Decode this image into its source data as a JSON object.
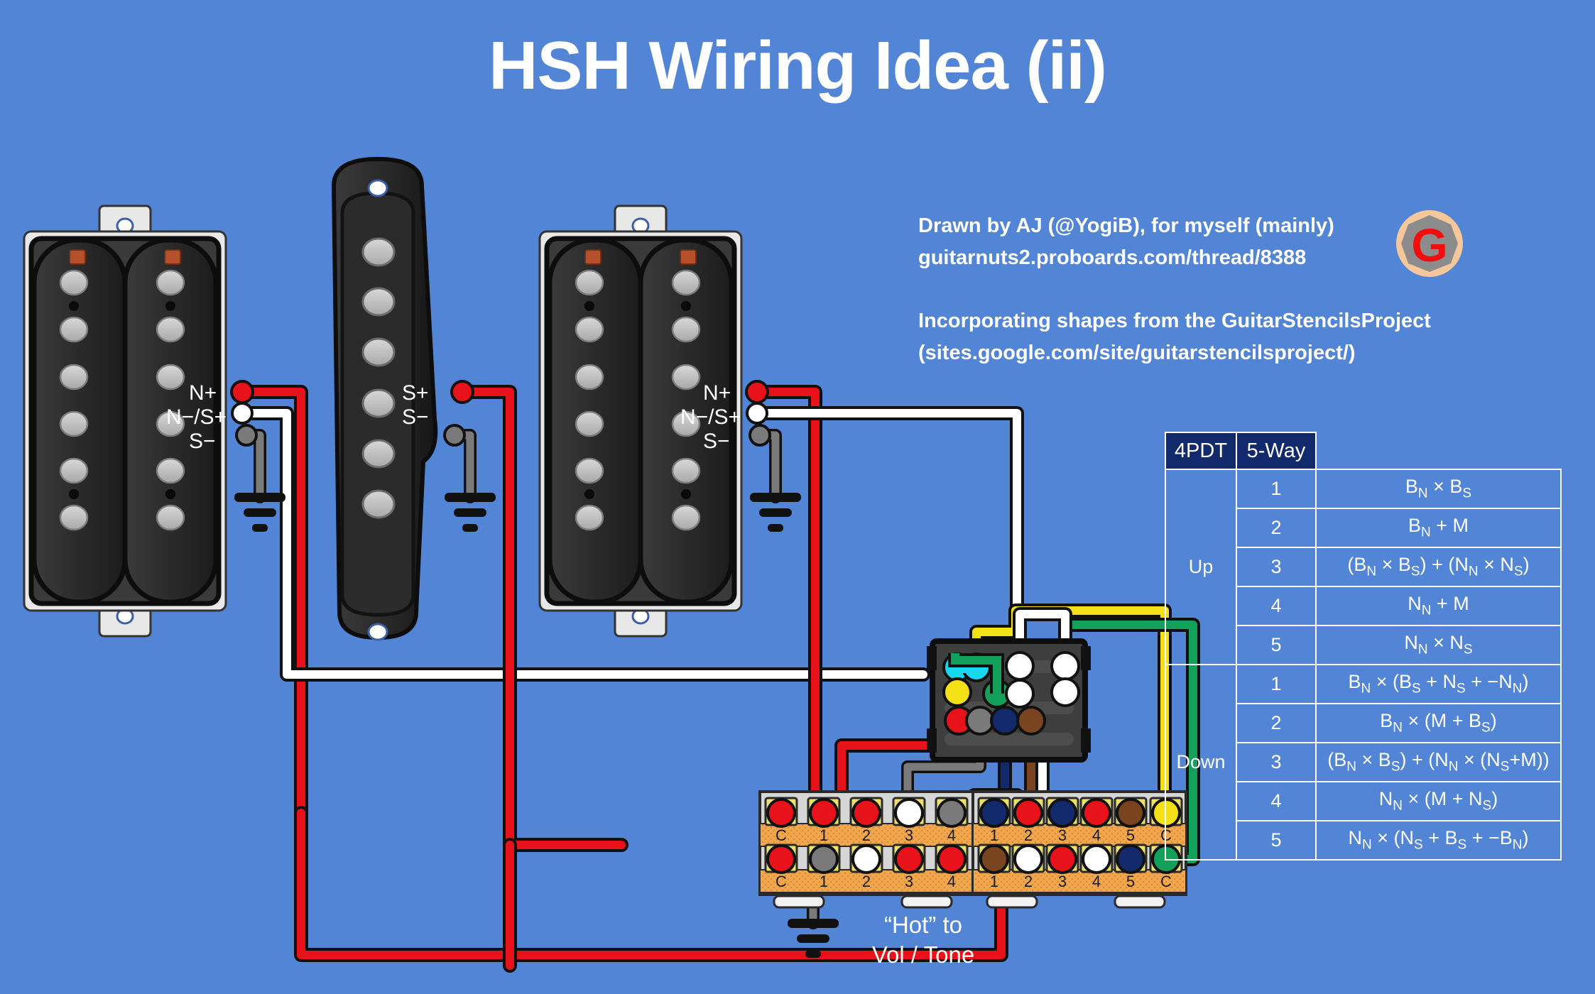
{
  "page": {
    "title": "HSH Wiring Idea (ii)",
    "background_color": "#5285d6",
    "accent_color": "#12296b"
  },
  "credits": {
    "line1": "Drawn by AJ (@YogiB), for myself (mainly)",
    "line2": "guitarnuts2.proboards.com/thread/8388",
    "line3": "Incorporating shapes from the GuitarStencilsProject",
    "line4": "(sites.google.com/site/guitarstencilsproject/)",
    "logo_letter": "G"
  },
  "pickups": [
    {
      "name": "neck-humbucker",
      "type": "humbucker",
      "labels": [
        "N+",
        "N−/S+",
        "S−"
      ],
      "wire_colors": [
        "#e8131a",
        "#ffffff",
        "#7a7a7a"
      ]
    },
    {
      "name": "middle-single-coil",
      "type": "single-coil",
      "labels": [
        "S+",
        "S−"
      ],
      "wire_colors": [
        "#e8131a",
        "#7a7a7a"
      ]
    },
    {
      "name": "bridge-humbucker",
      "type": "humbucker",
      "labels": [
        "N+",
        "N−/S+",
        "S−"
      ],
      "wire_colors": [
        "#e8131a",
        "#ffffff",
        "#7a7a7a"
      ]
    }
  ],
  "switches": {
    "toggle_4pdt": {
      "label": "4PDT",
      "terminal_colors": [
        "#19d6ef",
        "#ffffff",
        "#ffffff",
        "#f4e017",
        "#13a05a",
        "#ffffff",
        "#ffffff",
        "#e8131a",
        "#7a7a7a",
        "#12296b",
        "#7a4420"
      ]
    },
    "lever_left": {
      "name": "4pdt-lug-bank",
      "row_top": [
        "C",
        "1",
        "2",
        "3",
        "4"
      ],
      "row_bottom": [
        "C",
        "1",
        "2",
        "3",
        "4"
      ]
    },
    "lever_right": {
      "name": "5-way-lug-bank",
      "row_top": [
        "1",
        "2",
        "3",
        "4",
        "5",
        "C"
      ],
      "row_bottom": [
        "1",
        "2",
        "3",
        "4",
        "5",
        "C"
      ]
    }
  },
  "annotations": {
    "hot_line1": "“Hot” to",
    "hot_line2": "Vol / Tone"
  },
  "switch_table": {
    "headers": [
      "4PDT",
      "5-Way",
      ""
    ],
    "groups": [
      {
        "position": "Up",
        "rows": [
          {
            "way": "1",
            "output": "B<sub class=\"sub\">N</sub> × B<sub class=\"sub\">S</sub>"
          },
          {
            "way": "2",
            "output": "B<sub class=\"sub\">N</sub> + M"
          },
          {
            "way": "3",
            "output": "(B<sub class=\"sub\">N</sub> × B<sub class=\"sub\">S</sub>) + (N<sub class=\"sub\">N</sub> × N<sub class=\"sub\">S</sub>)"
          },
          {
            "way": "4",
            "output": "N<sub class=\"sub\">N</sub> + M"
          },
          {
            "way": "5",
            "output": "N<sub class=\"sub\">N</sub> × N<sub class=\"sub\">S</sub>"
          }
        ]
      },
      {
        "position": "Down",
        "rows": [
          {
            "way": "1",
            "output": "B<sub class=\"sub\">N</sub> × (B<sub class=\"sub\">S</sub> + N<sub class=\"sub\">S</sub> + −N<sub class=\"sub\">N</sub>)"
          },
          {
            "way": "2",
            "output": "B<sub class=\"sub\">N</sub> × (M + B<sub class=\"sub\">S</sub>)"
          },
          {
            "way": "3",
            "output": "(B<sub class=\"sub\">N</sub> × B<sub class=\"sub\">S</sub>) + (N<sub class=\"sub\">N</sub> × (N<sub class=\"sub\">S</sub>+M))"
          },
          {
            "way": "4",
            "output": "N<sub class=\"sub\">N</sub> × (M + N<sub class=\"sub\">S</sub>)"
          },
          {
            "way": "5",
            "output": "N<sub class=\"sub\">N</sub> × (N<sub class=\"sub\">S</sub> + B<sub class=\"sub\">S</sub> + −B<sub class=\"sub\">N</sub>)"
          }
        ]
      }
    ]
  },
  "wire_palette": {
    "red": "#e8131a",
    "white": "#ffffff",
    "grey": "#7a7a7a",
    "yellow": "#f4e017",
    "green": "#13a05a",
    "cyan": "#19d6ef",
    "navy": "#12296b",
    "brown": "#7a4420",
    "black": "#111111"
  }
}
